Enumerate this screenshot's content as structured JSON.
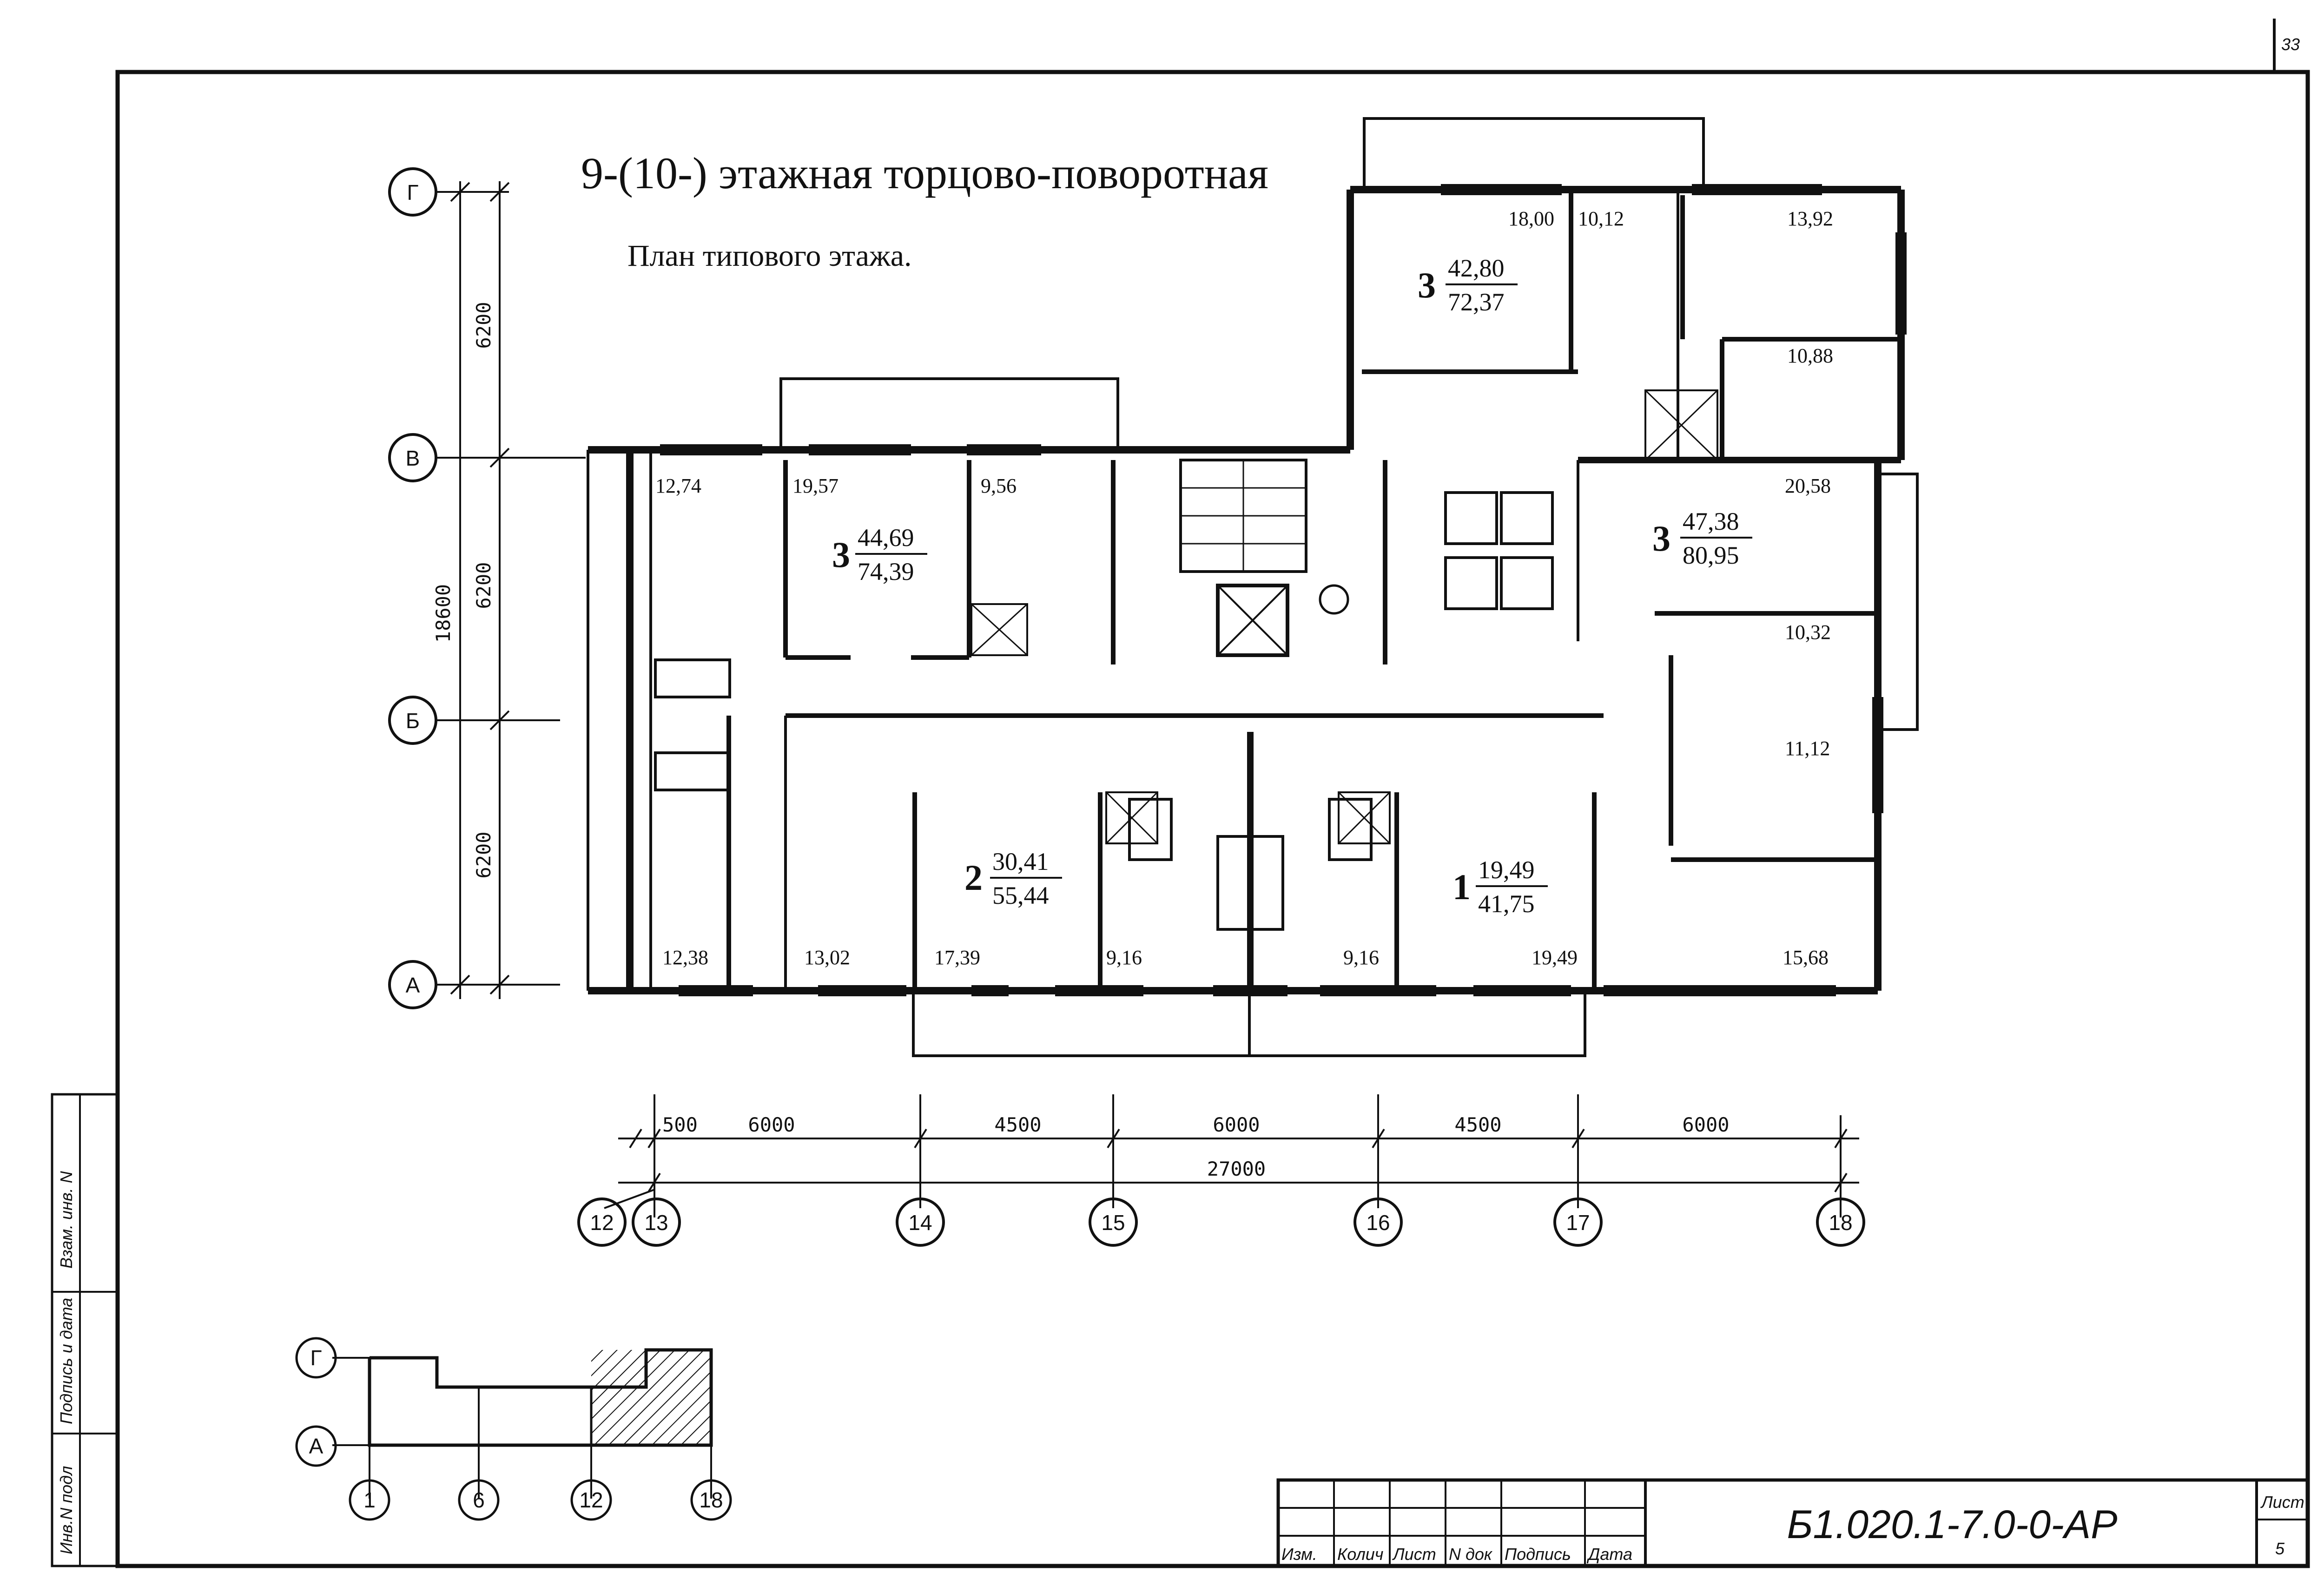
{
  "sheet_corner_number": "33",
  "title": "9-(10-) этажная торцово-поворотная",
  "subtitle": "План типового этажа.",
  "axes": {
    "rows": [
      "Г",
      "В",
      "Б",
      "А"
    ],
    "columns": [
      "12",
      "13",
      "14",
      "15",
      "16",
      "17",
      "18"
    ]
  },
  "vertical_dimensions": {
    "total": "18600",
    "spans": [
      "6200",
      "6200",
      "6200"
    ]
  },
  "horizontal_dimensions": {
    "spans": [
      "500",
      "6000",
      "4500",
      "6000",
      "4500",
      "6000"
    ],
    "total": "27000"
  },
  "apartments": [
    {
      "rooms": "3",
      "living": "42,80",
      "total": "72,37"
    },
    {
      "rooms": "3",
      "living": "44,69",
      "total": "74,39"
    },
    {
      "rooms": "3",
      "living": "47,38",
      "total": "80,95"
    },
    {
      "rooms": "2",
      "living": "30,41",
      "total": "55,44"
    },
    {
      "rooms": "1",
      "living": "19,49",
      "total": "41,75"
    }
  ],
  "room_areas": [
    "18,00",
    "10,12",
    "13,92",
    "10,88",
    "12,74",
    "19,57",
    "9,56",
    "20,58",
    "10,32",
    "11,12",
    "12,38",
    "13,02",
    "17,39",
    "9,16",
    "9,16",
    "19,49",
    "15,68"
  ],
  "key_plan": {
    "rows": [
      "Г",
      "А"
    ],
    "columns": [
      "1",
      "6",
      "12",
      "18"
    ]
  },
  "title_block": {
    "headers": [
      "Изм.",
      "Колич",
      "Лист",
      "N док",
      "Подпись",
      "Дата"
    ],
    "code": "Б1.020.1-7.0-0-АР",
    "sheet_label": "Лист",
    "sheet_number": "5"
  },
  "margin_stamp": [
    "Инв.N подл",
    "Подпись и дата",
    "Взам. инв. N"
  ]
}
